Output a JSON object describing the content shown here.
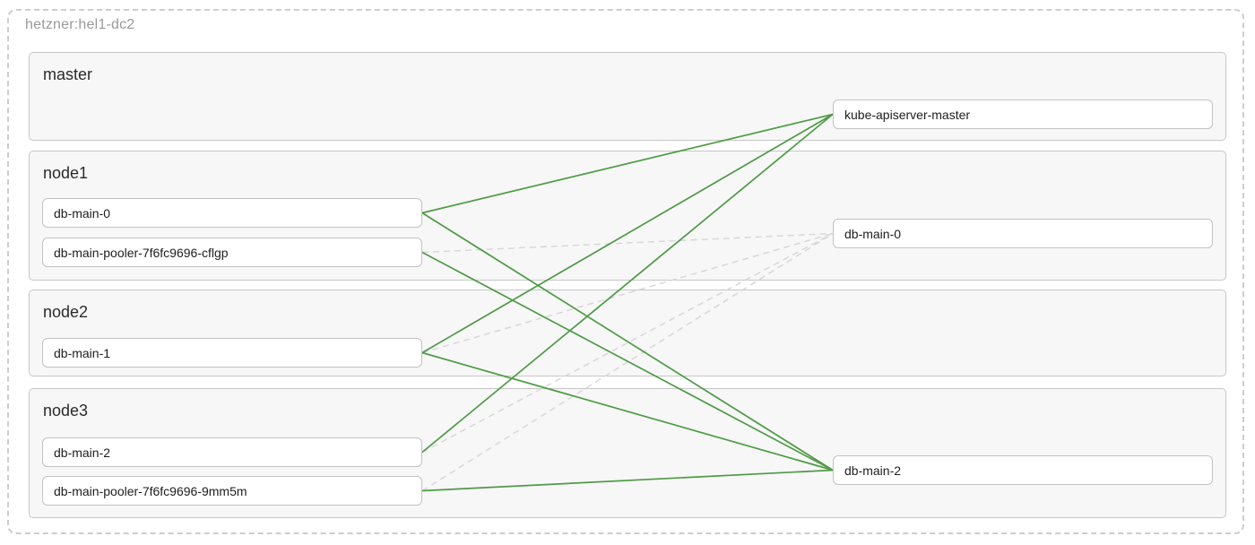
{
  "region": {
    "label": "hetzner:hel1-dc2"
  },
  "groups": {
    "master": {
      "label": "master"
    },
    "node1": {
      "label": "node1"
    },
    "node2": {
      "label": "node2"
    },
    "node3": {
      "label": "node3"
    }
  },
  "boxes": {
    "kube_apiserver_master": "kube-apiserver-master",
    "db_main_0_left": "db-main-0",
    "db_main_pooler_cflgp": "db-main-pooler-7f6fc9696-cflgp",
    "db_main_1": "db-main-1",
    "db_main_2_left": "db-main-2",
    "db_main_pooler_9mm5m": "db-main-pooler-7f6fc9696-9mm5m",
    "db_main_0_right": "db-main-0",
    "db_main_2_right": "db-main-2"
  },
  "edges": [
    {
      "from": "db_main_pooler_cflgp",
      "to": "db_main_0_right",
      "style": "dashed"
    },
    {
      "from": "db_main_1",
      "to": "db_main_0_right",
      "style": "dashed"
    },
    {
      "from": "db_main_2_left",
      "to": "db_main_0_right",
      "style": "dashed"
    },
    {
      "from": "db_main_pooler_9mm5m",
      "to": "db_main_0_right",
      "style": "dashed"
    },
    {
      "from": "db_main_0_left",
      "to": "kube_apiserver_master",
      "style": "solid"
    },
    {
      "from": "db_main_1",
      "to": "kube_apiserver_master",
      "style": "solid"
    },
    {
      "from": "db_main_2_left",
      "to": "kube_apiserver_master",
      "style": "solid"
    },
    {
      "from": "db_main_0_left",
      "to": "db_main_2_right",
      "style": "solid"
    },
    {
      "from": "db_main_1",
      "to": "db_main_2_right",
      "style": "solid"
    },
    {
      "from": "db_main_pooler_cflgp",
      "to": "db_main_2_right",
      "style": "solid"
    },
    {
      "from": "db_main_pooler_9mm5m",
      "to": "db_main_2_right",
      "style": "solid"
    }
  ],
  "colors": {
    "solid": "#4f9a46",
    "dashed": "#d6d6d6",
    "group_fill": "#f7f7f7",
    "group_border": "#c6c6c6",
    "region_border": "#cdcdcd"
  }
}
